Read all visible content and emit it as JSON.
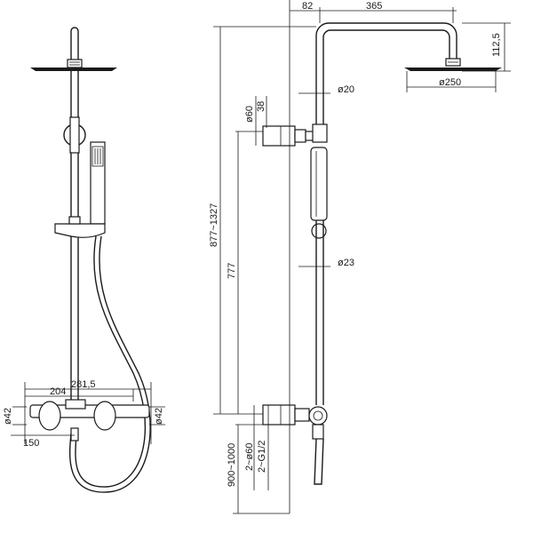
{
  "dimensions": {
    "d_82": "82",
    "d_365": "365",
    "d_1125": "112,5",
    "d_250": "ø250",
    "d_60": "ø60",
    "d_38": "38",
    "d_20": "ø20",
    "d_877": "877~1327",
    "d_777": "777",
    "d_23": "ø23",
    "d_900": "900~1000",
    "d_2_60": "2~ø60",
    "d_2_g12": "2~G1/2",
    "d_2815": "281,5",
    "d_204": "204",
    "d_42_left": "ø42",
    "d_42_right": "ø42",
    "d_150": "150"
  }
}
